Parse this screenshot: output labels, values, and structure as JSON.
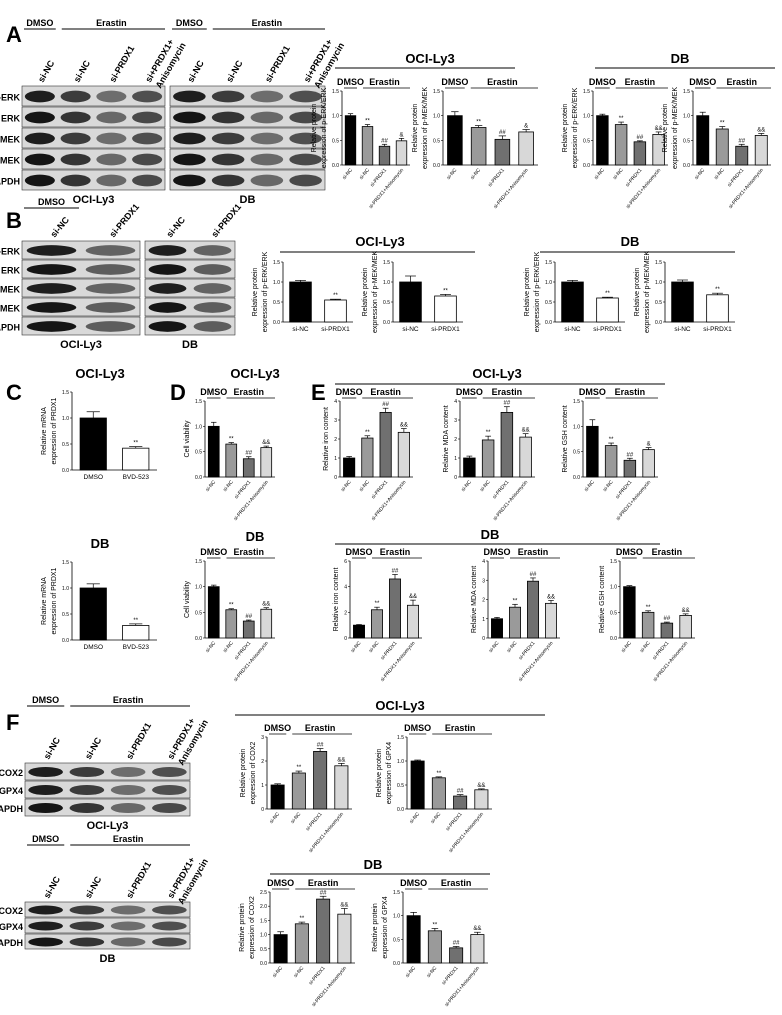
{
  "panels": [
    "A",
    "B",
    "C",
    "D",
    "E",
    "F"
  ],
  "section_headers": [
    {
      "panel": "A",
      "title": "OCI-Ly3"
    },
    {
      "panel": "A",
      "title": "DB"
    },
    {
      "panel": "B",
      "title": "OCI-Ly3"
    },
    {
      "panel": "B",
      "title": "DB"
    },
    {
      "panel": "C",
      "title": "OCI-Ly3"
    },
    {
      "panel": "C",
      "title": "DB"
    },
    {
      "panel": "D",
      "title": "OCI-Ly3"
    },
    {
      "panel": "D",
      "title": "DB"
    },
    {
      "panel": "E",
      "title": "OCI-Ly3"
    },
    {
      "panel": "E",
      "title": "DB"
    },
    {
      "panel": "F",
      "title": "OCI-Ly3"
    },
    {
      "panel": "F",
      "title": "DB"
    }
  ],
  "treatments": {
    "control": "DMSO",
    "treated": "Erastin"
  },
  "blots": [
    {
      "panel": "A",
      "cell_line": "OCI-Ly3",
      "rows": [
        "p-ERK",
        "ERK",
        "p-MEK",
        "MEK",
        "GAPDH"
      ],
      "lanes": [
        "si-NC",
        "si-NC",
        "si-PRDX1",
        "si+PRDX1+ Anisomycin"
      ],
      "groups": [
        "DMSO",
        "Erastin"
      ]
    },
    {
      "panel": "A",
      "cell_line": "DB",
      "rows": [],
      "lanes": [
        "si-NC",
        "si-NC",
        "si-PRDX1",
        "si+PRDX1+ Anisomycin"
      ],
      "groups": [
        "DMSO",
        "Erastin"
      ]
    },
    {
      "panel": "B",
      "cell_line": "OCI-Ly3",
      "rows": [
        "p-ERK",
        "ERK",
        "p-MEK",
        "MEK",
        "GAPDH"
      ],
      "lanes": [
        "si-NC",
        "si-PRDX1"
      ],
      "groups": [
        "DMSO"
      ]
    },
    {
      "panel": "B",
      "cell_line": "DB",
      "rows": [],
      "lanes": [
        "si-NC",
        "si-PRDX1"
      ],
      "groups": []
    },
    {
      "panel": "F",
      "cell_line": "OCI-Ly3",
      "rows": [
        "COX2",
        "GPX4",
        "GAPDH"
      ],
      "lanes": [
        "si-NC",
        "si-NC",
        "si-PRDX1",
        "si-PRDX1+ Anisomycin"
      ],
      "groups": [
        "DMSO",
        "Erastin"
      ]
    },
    {
      "panel": "F",
      "cell_line": "DB",
      "rows": [
        "COX2",
        "GPX4",
        "GAPDH"
      ],
      "lanes": [
        "si-NC",
        "si-NC",
        "si-PRDX1",
        "si-PRDX1+ Anisomycin"
      ],
      "groups": [
        "DMSO",
        "Erastin"
      ]
    }
  ],
  "colors": {
    "bar_fills": [
      "#000000",
      "#9a9a9a",
      "#707070",
      "#d8d8d8"
    ],
    "two_bar_fills": [
      "#000000",
      "#ffffff"
    ]
  },
  "chart_data": [
    {
      "type": "bar",
      "panel": "A",
      "cell_line": "OCI-Ly3",
      "ylabel": "Relative protein  expression of p-ERK/ERK",
      "ylim": [
        0,
        1.5
      ],
      "yticks": [
        "0.0",
        "0.5",
        "1.0",
        "1.5"
      ],
      "categories": [
        "si-NC",
        "si-NC",
        "si-PRDX1",
        "si-PRDX1+Anisomycin"
      ],
      "values": [
        1.0,
        0.78,
        0.38,
        0.49
      ],
      "errors": [
        0.04,
        0.04,
        0.04,
        0.05
      ],
      "marks": [
        "",
        "**",
        "##",
        "&"
      ],
      "grouped": true
    },
    {
      "type": "bar",
      "panel": "A",
      "cell_line": "OCI-Ly3",
      "ylabel": "Relative protein  expression of p-MEK/MEK",
      "ylim": [
        0,
        1.5
      ],
      "yticks": [
        "0.0",
        "0.5",
        "1.0",
        "1.5"
      ],
      "categories": [
        "si-NC",
        "si-NC",
        "si-PRDX1",
        "si-PRDX1+Anisomycin"
      ],
      "values": [
        1.0,
        0.76,
        0.52,
        0.67
      ],
      "errors": [
        0.08,
        0.04,
        0.07,
        0.05
      ],
      "marks": [
        "",
        "**",
        "##",
        "&"
      ],
      "grouped": true
    },
    {
      "type": "bar",
      "panel": "A",
      "cell_line": "DB",
      "ylabel": "Relative protein  expression of p-ERK/ERK",
      "ylim": [
        0,
        1.5
      ],
      "yticks": [
        "0.0",
        "0.5",
        "1.0",
        "1.5"
      ],
      "categories": [
        "si-NC",
        "si-NC",
        "si-PRDX1",
        "si-PRDX1+Anisomycin"
      ],
      "values": [
        1.0,
        0.82,
        0.47,
        0.62
      ],
      "errors": [
        0.03,
        0.05,
        0.02,
        0.05
      ],
      "marks": [
        "",
        "**",
        "##",
        "&&"
      ],
      "grouped": true
    },
    {
      "type": "bar",
      "panel": "A",
      "cell_line": "DB",
      "ylabel": "Relative protein  expression of p-MEK/MEK",
      "ylim": [
        0,
        1.5
      ],
      "yticks": [
        "0.0",
        "0.5",
        "1.0",
        "1.5"
      ],
      "categories": [
        "si-NC",
        "si-NC",
        "si-PRDX1",
        "si-PRDX1+Anisomycin"
      ],
      "values": [
        1.0,
        0.73,
        0.38,
        0.6
      ],
      "errors": [
        0.07,
        0.05,
        0.04,
        0.04
      ],
      "marks": [
        "",
        "**",
        "##",
        "&&"
      ],
      "grouped": true
    },
    {
      "type": "bar",
      "panel": "B",
      "cell_line": "OCI-Ly3",
      "ylabel": "Relative protein  expression of p-ERK/ERK",
      "ylim": [
        0,
        1.5
      ],
      "yticks": [
        "0.0",
        "0.5",
        "1.0",
        "1.5"
      ],
      "categories": [
        "si-NC",
        "si-PRDX1"
      ],
      "values": [
        1.0,
        0.55
      ],
      "errors": [
        0.04,
        0.02
      ],
      "marks": [
        "",
        "**"
      ],
      "grouped": false
    },
    {
      "type": "bar",
      "panel": "B",
      "cell_line": "OCI-Ly3",
      "ylabel": "Relative protein  expression of p-MEK/MEK",
      "ylim": [
        0,
        1.5
      ],
      "yticks": [
        "0.0",
        "0.5",
        "1.0",
        "1.5"
      ],
      "categories": [
        "si-NC",
        "si-PRDX1"
      ],
      "values": [
        1.0,
        0.65
      ],
      "errors": [
        0.15,
        0.04
      ],
      "marks": [
        "",
        "**"
      ],
      "grouped": false
    },
    {
      "type": "bar",
      "panel": "B",
      "cell_line": "DB",
      "ylabel": "Relative protein  expression of p-ERK/ERK",
      "ylim": [
        0,
        1.5
      ],
      "yticks": [
        "0.0",
        "0.5",
        "1.0",
        "1.5"
      ],
      "categories": [
        "si-NC",
        "si-PRDX1"
      ],
      "values": [
        1.0,
        0.6
      ],
      "errors": [
        0.04,
        0.02
      ],
      "marks": [
        "",
        "**"
      ],
      "grouped": false
    },
    {
      "type": "bar",
      "panel": "B",
      "cell_line": "DB",
      "ylabel": "Relative protein  expression of p-MEK/MEK",
      "ylim": [
        0,
        1.5
      ],
      "yticks": [
        "0.0",
        "0.5",
        "1.0",
        "1.5"
      ],
      "categories": [
        "si-NC",
        "si-PRDX1"
      ],
      "values": [
        1.0,
        0.68
      ],
      "errors": [
        0.05,
        0.04
      ],
      "marks": [
        "",
        "**"
      ],
      "grouped": false
    },
    {
      "type": "bar",
      "panel": "C",
      "cell_line": "OCI-Ly3",
      "ylabel": "Relative mRNA  expression of PRDX1",
      "ylim": [
        0,
        1.5
      ],
      "yticks": [
        "0.0",
        "0.5",
        "1.0",
        "1.5"
      ],
      "categories": [
        "DMSO",
        "BVD-523"
      ],
      "values": [
        1.0,
        0.42
      ],
      "errors": [
        0.12,
        0.03
      ],
      "marks": [
        "",
        "**"
      ],
      "grouped": false
    },
    {
      "type": "bar",
      "panel": "C",
      "cell_line": "DB",
      "ylabel": "Relative mRNA  expression of PRDX1",
      "ylim": [
        0,
        1.5
      ],
      "yticks": [
        "0.0",
        "0.5",
        "1.0",
        "1.5"
      ],
      "categories": [
        "DMSO",
        "BVD-523"
      ],
      "values": [
        1.0,
        0.28
      ],
      "errors": [
        0.08,
        0.03
      ],
      "marks": [
        "",
        "**"
      ],
      "grouped": false
    },
    {
      "type": "bar",
      "panel": "D",
      "cell_line": "OCI-Ly3",
      "ylabel": "Cell viability",
      "ylim": [
        0,
        1.5
      ],
      "yticks": [
        "0.0",
        "0.5",
        "1.0",
        "1.5"
      ],
      "categories": [
        "si-NC",
        "si-NC",
        "si-PRDX1",
        "si-PRDX1+Anisomycin"
      ],
      "values": [
        1.0,
        0.65,
        0.36,
        0.58
      ],
      "errors": [
        0.08,
        0.03,
        0.04,
        0.03
      ],
      "marks": [
        "",
        "**",
        "##",
        "&&"
      ],
      "grouped": true
    },
    {
      "type": "bar",
      "panel": "D",
      "cell_line": "DB",
      "ylabel": "Cell viability",
      "ylim": [
        0,
        1.5
      ],
      "yticks": [
        "0.0",
        "0.5",
        "1.0",
        "1.5"
      ],
      "categories": [
        "si-NC",
        "si-NC",
        "si-PRDX1",
        "si-PRDX1+Anisomycin"
      ],
      "values": [
        1.0,
        0.55,
        0.33,
        0.56
      ],
      "errors": [
        0.03,
        0.02,
        0.02,
        0.03
      ],
      "marks": [
        "",
        "**",
        "##",
        "&&"
      ],
      "grouped": true
    },
    {
      "type": "bar",
      "panel": "E",
      "cell_line": "OCI-Ly3",
      "ylabel": "Relative iron content",
      "ylim": [
        0,
        4
      ],
      "yticks": [
        "0",
        "1",
        "2",
        "3",
        "4"
      ],
      "categories": [
        "si-NC",
        "si-NC",
        "si-PRDX1",
        "si-PRDX1+Anisomycin"
      ],
      "values": [
        1.0,
        2.05,
        3.4,
        2.35
      ],
      "errors": [
        0.08,
        0.12,
        0.22,
        0.2
      ],
      "marks": [
        "",
        "**",
        "##",
        "&&"
      ],
      "grouped": true
    },
    {
      "type": "bar",
      "panel": "E",
      "cell_line": "OCI-Ly3",
      "ylabel": "Relative MDA content",
      "ylim": [
        0,
        4
      ],
      "yticks": [
        "0",
        "1",
        "2",
        "3",
        "4"
      ],
      "categories": [
        "si-NC",
        "si-NC",
        "si-PRDX1",
        "si-PRDX1+Anisomycin"
      ],
      "values": [
        1.0,
        1.95,
        3.4,
        2.1
      ],
      "errors": [
        0.1,
        0.2,
        0.3,
        0.18
      ],
      "marks": [
        "",
        "**",
        "##",
        "&&"
      ],
      "grouped": true
    },
    {
      "type": "bar",
      "panel": "E",
      "cell_line": "OCI-Ly3",
      "ylabel": "Relative GSH content",
      "ylim": [
        0,
        1.5
      ],
      "yticks": [
        "0.0",
        "0.5",
        "1.0",
        "1.5"
      ],
      "categories": [
        "si-NC",
        "si-NC",
        "si-PRDX1",
        "si-PRDX1+Anisomycin"
      ],
      "values": [
        1.0,
        0.62,
        0.33,
        0.54
      ],
      "errors": [
        0.13,
        0.05,
        0.04,
        0.04
      ],
      "marks": [
        "",
        "**",
        "##",
        "&"
      ],
      "grouped": true
    },
    {
      "type": "bar",
      "panel": "E",
      "cell_line": "DB",
      "ylabel": "Relative iron content",
      "ylim": [
        0,
        6
      ],
      "yticks": [
        "0",
        "2",
        "4",
        "6"
      ],
      "categories": [
        "si-NC",
        "si-NC",
        "si-PRDX1",
        "si-PRDX1+Anisomycin"
      ],
      "values": [
        1.0,
        2.2,
        4.6,
        2.55
      ],
      "errors": [
        0.05,
        0.2,
        0.35,
        0.4
      ],
      "marks": [
        "",
        "**",
        "##",
        "&&"
      ],
      "grouped": true
    },
    {
      "type": "bar",
      "panel": "E",
      "cell_line": "DB",
      "ylabel": "Relative MDA content",
      "ylim": [
        0,
        4
      ],
      "yticks": [
        "0",
        "1",
        "2",
        "3",
        "4"
      ],
      "categories": [
        "si-NC",
        "si-NC",
        "si-PRDX1",
        "si-PRDX1+Anisomycin"
      ],
      "values": [
        1.0,
        1.6,
        2.95,
        1.8
      ],
      "errors": [
        0.07,
        0.15,
        0.17,
        0.15
      ],
      "marks": [
        "",
        "**",
        "##",
        "&&"
      ],
      "grouped": true
    },
    {
      "type": "bar",
      "panel": "E",
      "cell_line": "DB",
      "ylabel": "Relative GSH content",
      "ylim": [
        0,
        1.5
      ],
      "yticks": [
        "0.0",
        "0.5",
        "1.0",
        "1.5"
      ],
      "categories": [
        "si-NC",
        "si-NC",
        "si-PRDX1",
        "si-PRDX1+Anisomycin"
      ],
      "values": [
        1.0,
        0.5,
        0.29,
        0.44
      ],
      "errors": [
        0.02,
        0.03,
        0.02,
        0.03
      ],
      "marks": [
        "",
        "**",
        "##",
        "&&"
      ],
      "grouped": true
    },
    {
      "type": "bar",
      "panel": "F",
      "cell_line": "OCI-Ly3",
      "ylabel": "Relative protein  expression of COX2",
      "ylim": [
        0,
        3
      ],
      "yticks": [
        "0",
        "1",
        "2",
        "3"
      ],
      "categories": [
        "si-NC",
        "si-NC",
        "si-PRDX1",
        "si-PRDX1+Anisomycin"
      ],
      "values": [
        1.0,
        1.5,
        2.4,
        1.8
      ],
      "errors": [
        0.05,
        0.08,
        0.12,
        0.1
      ],
      "marks": [
        "",
        "**",
        "##",
        "&&"
      ],
      "grouped": true
    },
    {
      "type": "bar",
      "panel": "F",
      "cell_line": "OCI-Ly3",
      "ylabel": "Relative protein  expression of GPX4",
      "ylim": [
        0,
        1.5
      ],
      "yticks": [
        "0.0",
        "0.5",
        "1.0",
        "1.5"
      ],
      "categories": [
        "si-NC",
        "si-NC",
        "si-PRDX1",
        "si-PRDX1+Anisomycin"
      ],
      "values": [
        1.0,
        0.65,
        0.27,
        0.4
      ],
      "errors": [
        0.02,
        0.02,
        0.03,
        0.02
      ],
      "marks": [
        "",
        "**",
        "##",
        "&&"
      ],
      "grouped": true
    },
    {
      "type": "bar",
      "panel": "F",
      "cell_line": "DB",
      "ylabel": "Relative protein  expression of COX2",
      "ylim": [
        0,
        2.5
      ],
      "yticks": [
        "0.0",
        "0.5",
        "1.0",
        "1.5",
        "2.0",
        "2.5"
      ],
      "categories": [
        "si-NC",
        "si-NC",
        "si-PRDX1",
        "si-PRDX1+Anisomycin"
      ],
      "values": [
        1.0,
        1.38,
        2.25,
        1.72
      ],
      "errors": [
        0.1,
        0.06,
        0.1,
        0.2
      ],
      "marks": [
        "",
        "**",
        "##",
        "&&"
      ],
      "grouped": true
    },
    {
      "type": "bar",
      "panel": "F",
      "cell_line": "DB",
      "ylabel": "Relative protein  expression of GPX4",
      "ylim": [
        0,
        1.5
      ],
      "yticks": [
        "0.0",
        "0.5",
        "1.0",
        "1.5"
      ],
      "categories": [
        "si-NC",
        "si-NC",
        "si-PRDX1",
        "si-PRDX1+Anisomycin"
      ],
      "values": [
        1.0,
        0.68,
        0.32,
        0.6
      ],
      "errors": [
        0.07,
        0.05,
        0.03,
        0.05
      ],
      "marks": [
        "",
        "**",
        "##",
        "&&"
      ],
      "grouped": true
    }
  ]
}
